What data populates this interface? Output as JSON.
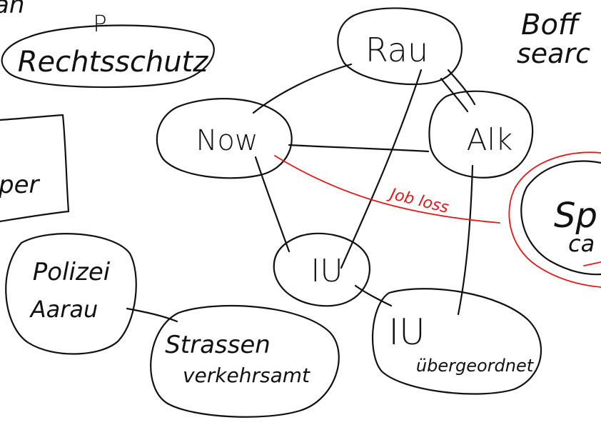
{
  "palette": {
    "ink": "#111111",
    "highlight": "#e0191b",
    "background": "#ffffff"
  },
  "nodes": {
    "rau": "Rau",
    "now": "Now",
    "alk": "Alk",
    "iu": "IU",
    "iu_uebergeordnet": {
      "line1": "IU",
      "line2": "übergeordnet"
    },
    "rechtsschutz": {
      "marker": "P",
      "text": "Rechtsschutz"
    },
    "polizei_aarau": {
      "line1": "Polizei",
      "line2": "Aarau"
    },
    "strassenverkehrsamt": {
      "line1": "Strassen",
      "line2": "verkehrsamt"
    },
    "paper_box": "per",
    "sp_partial": {
      "line1": "Sp",
      "line2": "ca"
    },
    "corner_top_left": "an"
  },
  "edges": {
    "job_loss_label": "Job loss"
  },
  "notes": {
    "top_right": {
      "line1": "Boff",
      "line2": "searc"
    }
  }
}
